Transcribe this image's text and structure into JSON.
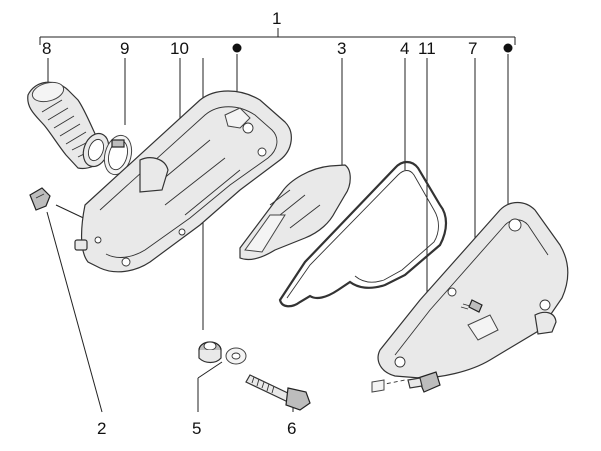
{
  "callouts": {
    "n1": "1",
    "n2": "2",
    "n3": "3",
    "n4": "4",
    "n5": "5",
    "n6": "6",
    "n7": "7",
    "n8": "8",
    "n9": "9",
    "n10": "10",
    "n11": "11"
  },
  "markers": {
    "assembly_dot_color": "#111111"
  }
}
